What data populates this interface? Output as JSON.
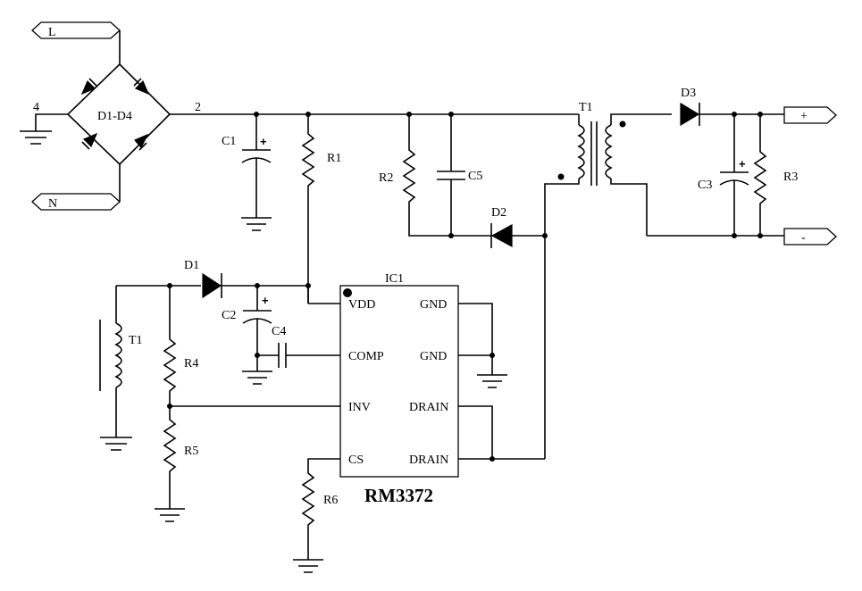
{
  "ports": {
    "line": "L",
    "neutral": "N",
    "out_pos": "+",
    "out_neg": "-"
  },
  "nodes": {
    "ground_node": "4",
    "rectified_node": "2"
  },
  "components": {
    "bridge": "D1-D4",
    "c1": "C1",
    "c2": "C2",
    "c3": "C3",
    "c4": "C4",
    "c5": "C5",
    "r1": "R1",
    "r2": "R2",
    "r3": "R3",
    "r4": "R4",
    "r5": "R5",
    "r6": "R6",
    "d1": "D1",
    "d2": "D2",
    "d3": "D3",
    "t1_main": "T1",
    "t1_aux": "T1"
  },
  "polarity": {
    "plus": "+"
  },
  "ic": {
    "name": "IC1",
    "part": "RM3372",
    "left_pins": [
      "VDD",
      "COMP",
      "INV",
      "CS"
    ],
    "right_pins": [
      "GND",
      "GND",
      "DRAIN",
      "DRAIN"
    ]
  }
}
